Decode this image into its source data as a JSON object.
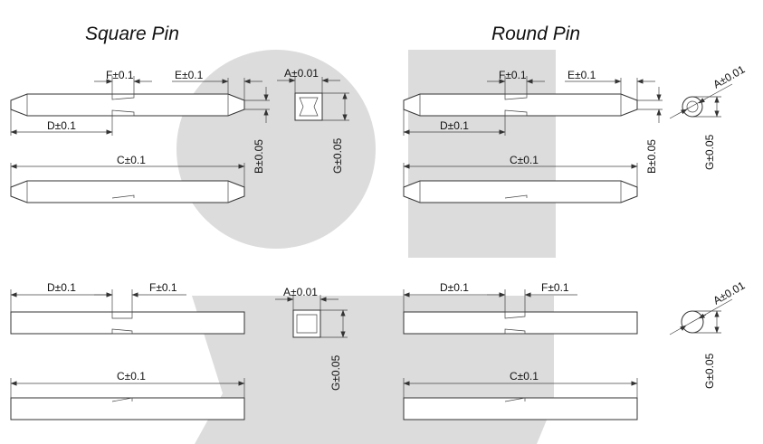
{
  "titles": {
    "square": "Square Pin",
    "round": "Round Pin"
  },
  "labels": {
    "A": "A±0.01",
    "B": "B±0.05",
    "C": "C±0.1",
    "D": "D±0.1",
    "E": "E±0.1",
    "F": "F±0.1",
    "G": "G±0.05"
  },
  "colors": {
    "line": "#333333",
    "text": "#111111",
    "watermark": "#dcdcdc"
  }
}
